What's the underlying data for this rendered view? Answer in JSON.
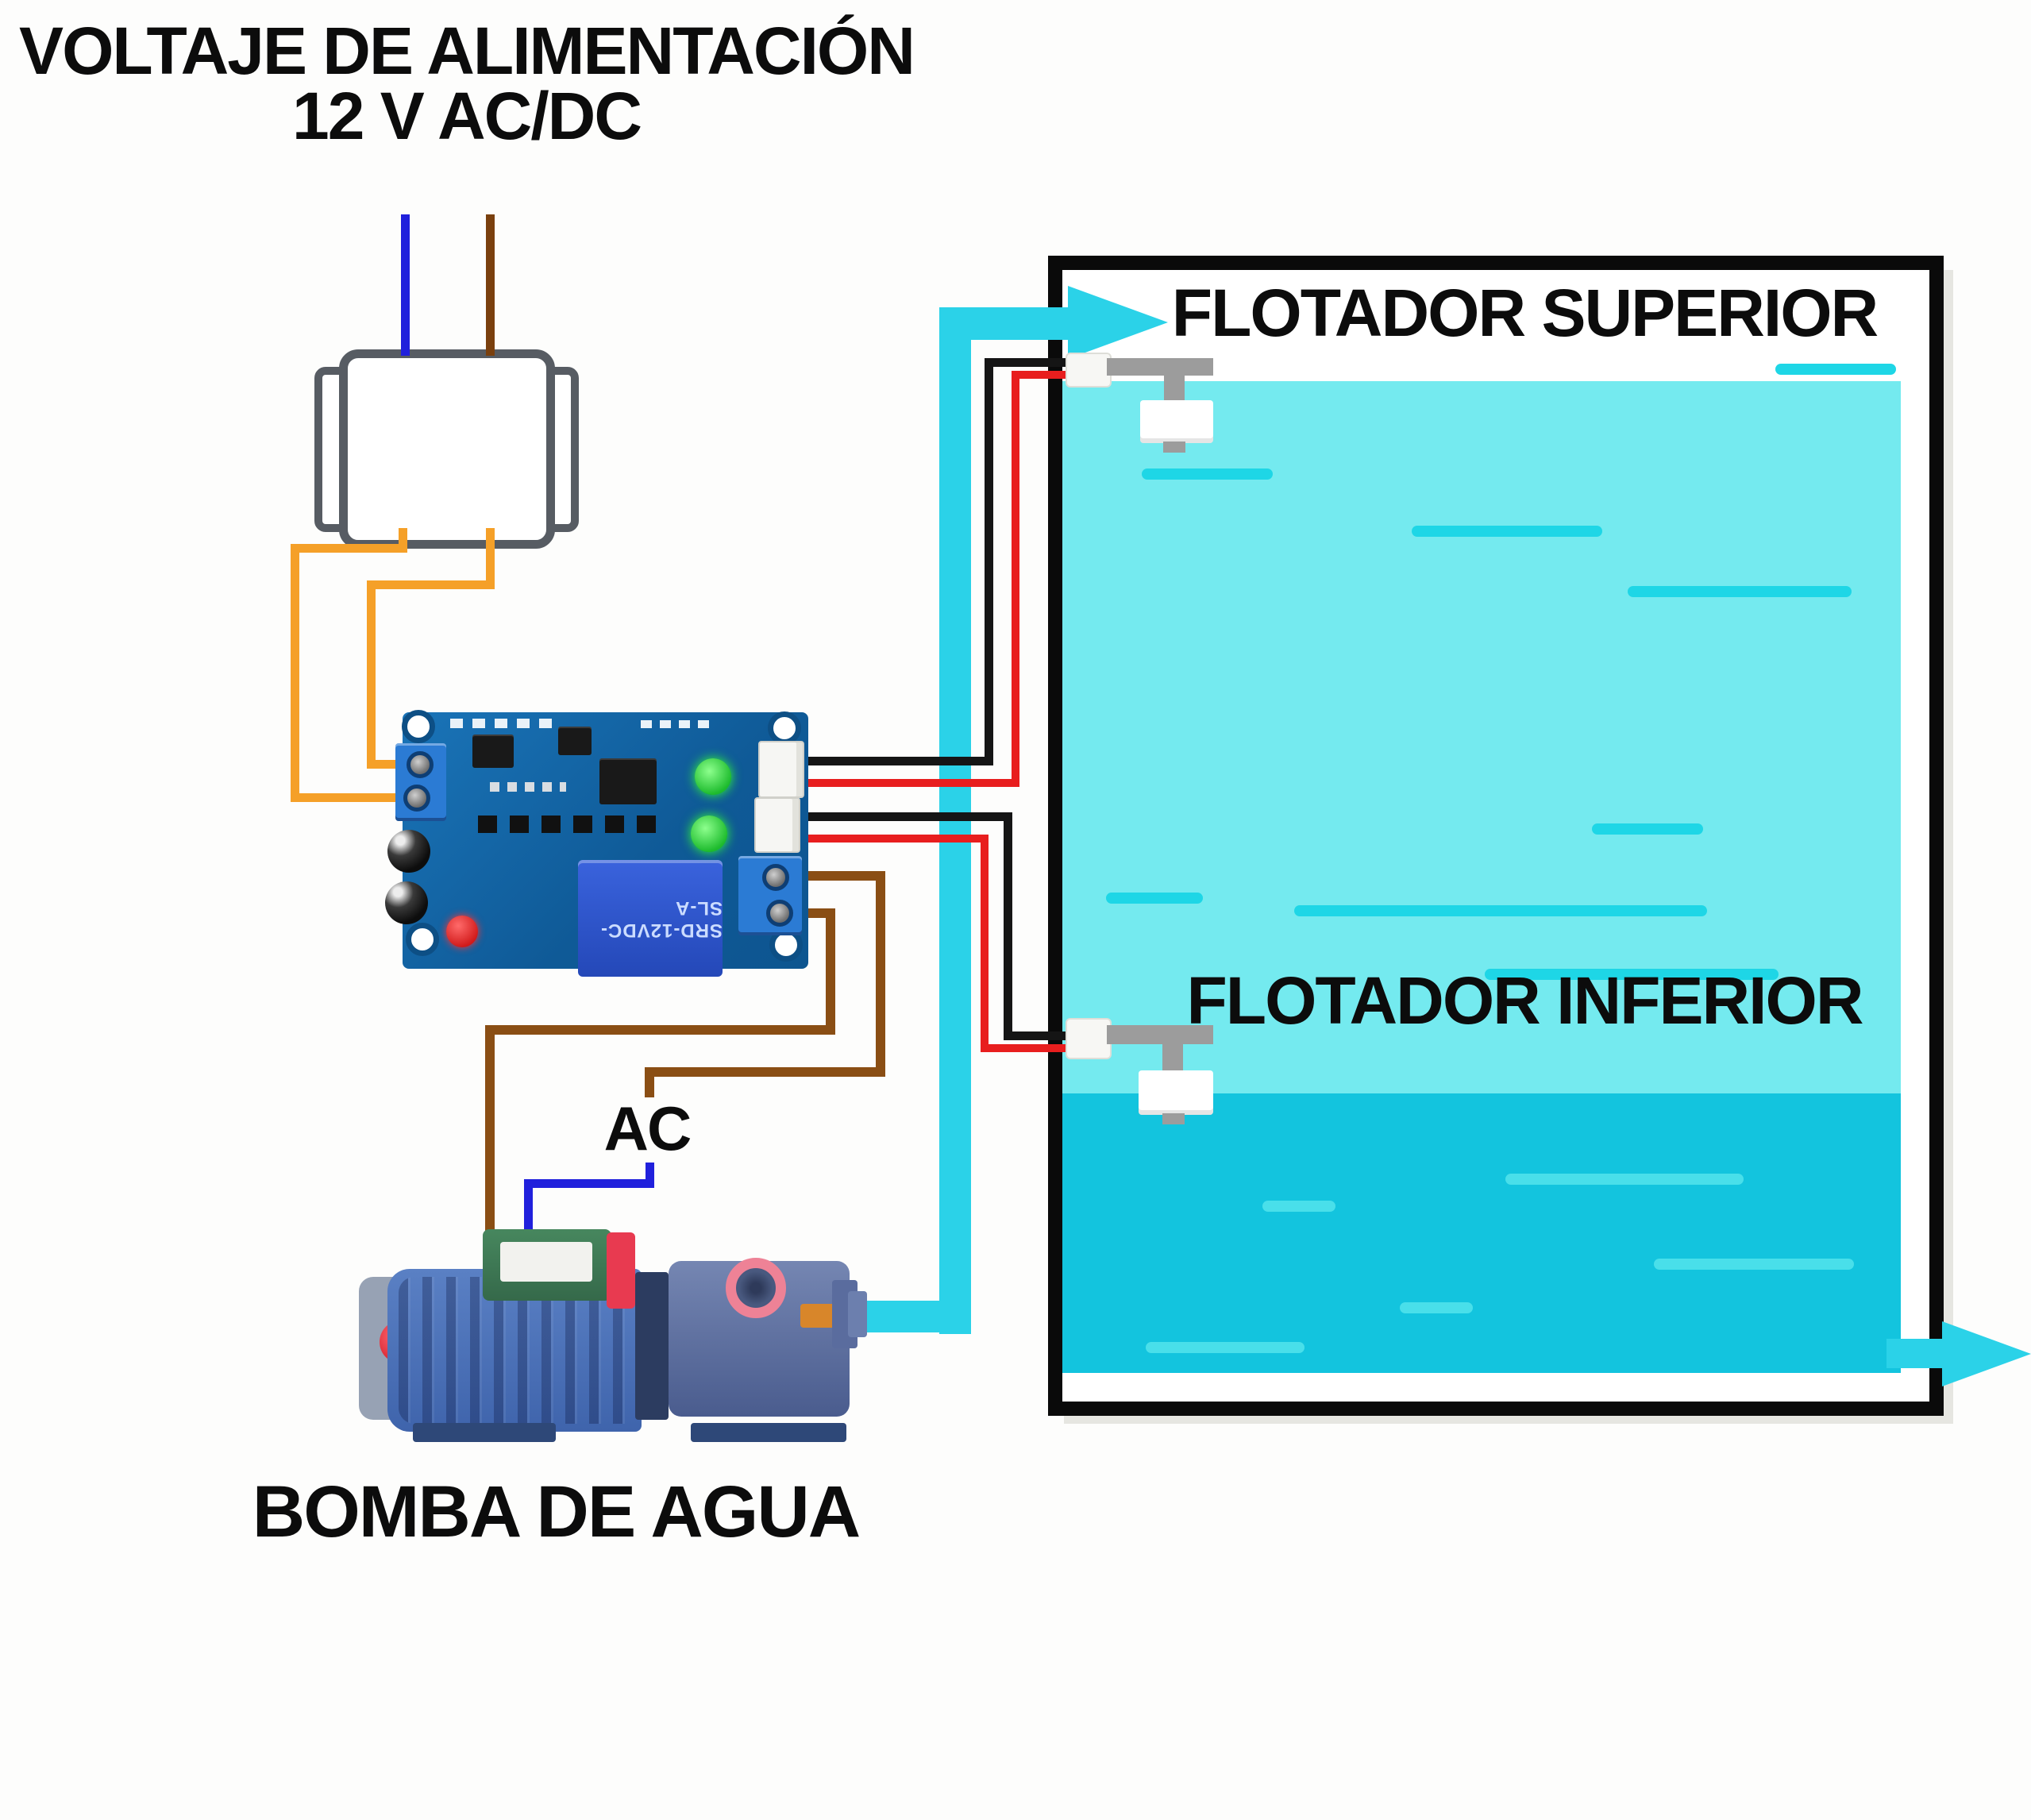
{
  "title": {
    "line1": "VOLTAJE DE ALIMENTACIÓN",
    "line2": "12 V AC/DC"
  },
  "tank": {
    "upper_float_label": "FLOTADOR SUPERIOR",
    "lower_float_label": "FLOTADOR INFERIOR"
  },
  "pump_label": "BOMBA DE AGUA",
  "ac_label": "AC",
  "relay_board": {
    "relay_text": "SRD-12VDC-SL-A"
  },
  "colors": {
    "pipe-cyan": "#2bd2e8",
    "water-light": "#74eaef",
    "water-dark": "#13c4de",
    "streak-light": "#1ed6e6",
    "streak-dark": "#49dfea",
    "wire-red": "#e81e1e",
    "wire-black": "#151515",
    "wire-orange": "#f5a028",
    "wire-brown": "#8a4e14",
    "wire-brown-dark": "#7a400e",
    "wire-blue": "#2020dc",
    "tank-border": "#0a0a0a",
    "pcb-blue": "#1566a7",
    "relay-blue": "#2e54cc",
    "terminal-blue": "#2b7bd4",
    "led-green": "#2ecc40",
    "led-red": "#e83030",
    "float-gray": "#9c9c9c",
    "transformer-gray": "#575c63"
  }
}
